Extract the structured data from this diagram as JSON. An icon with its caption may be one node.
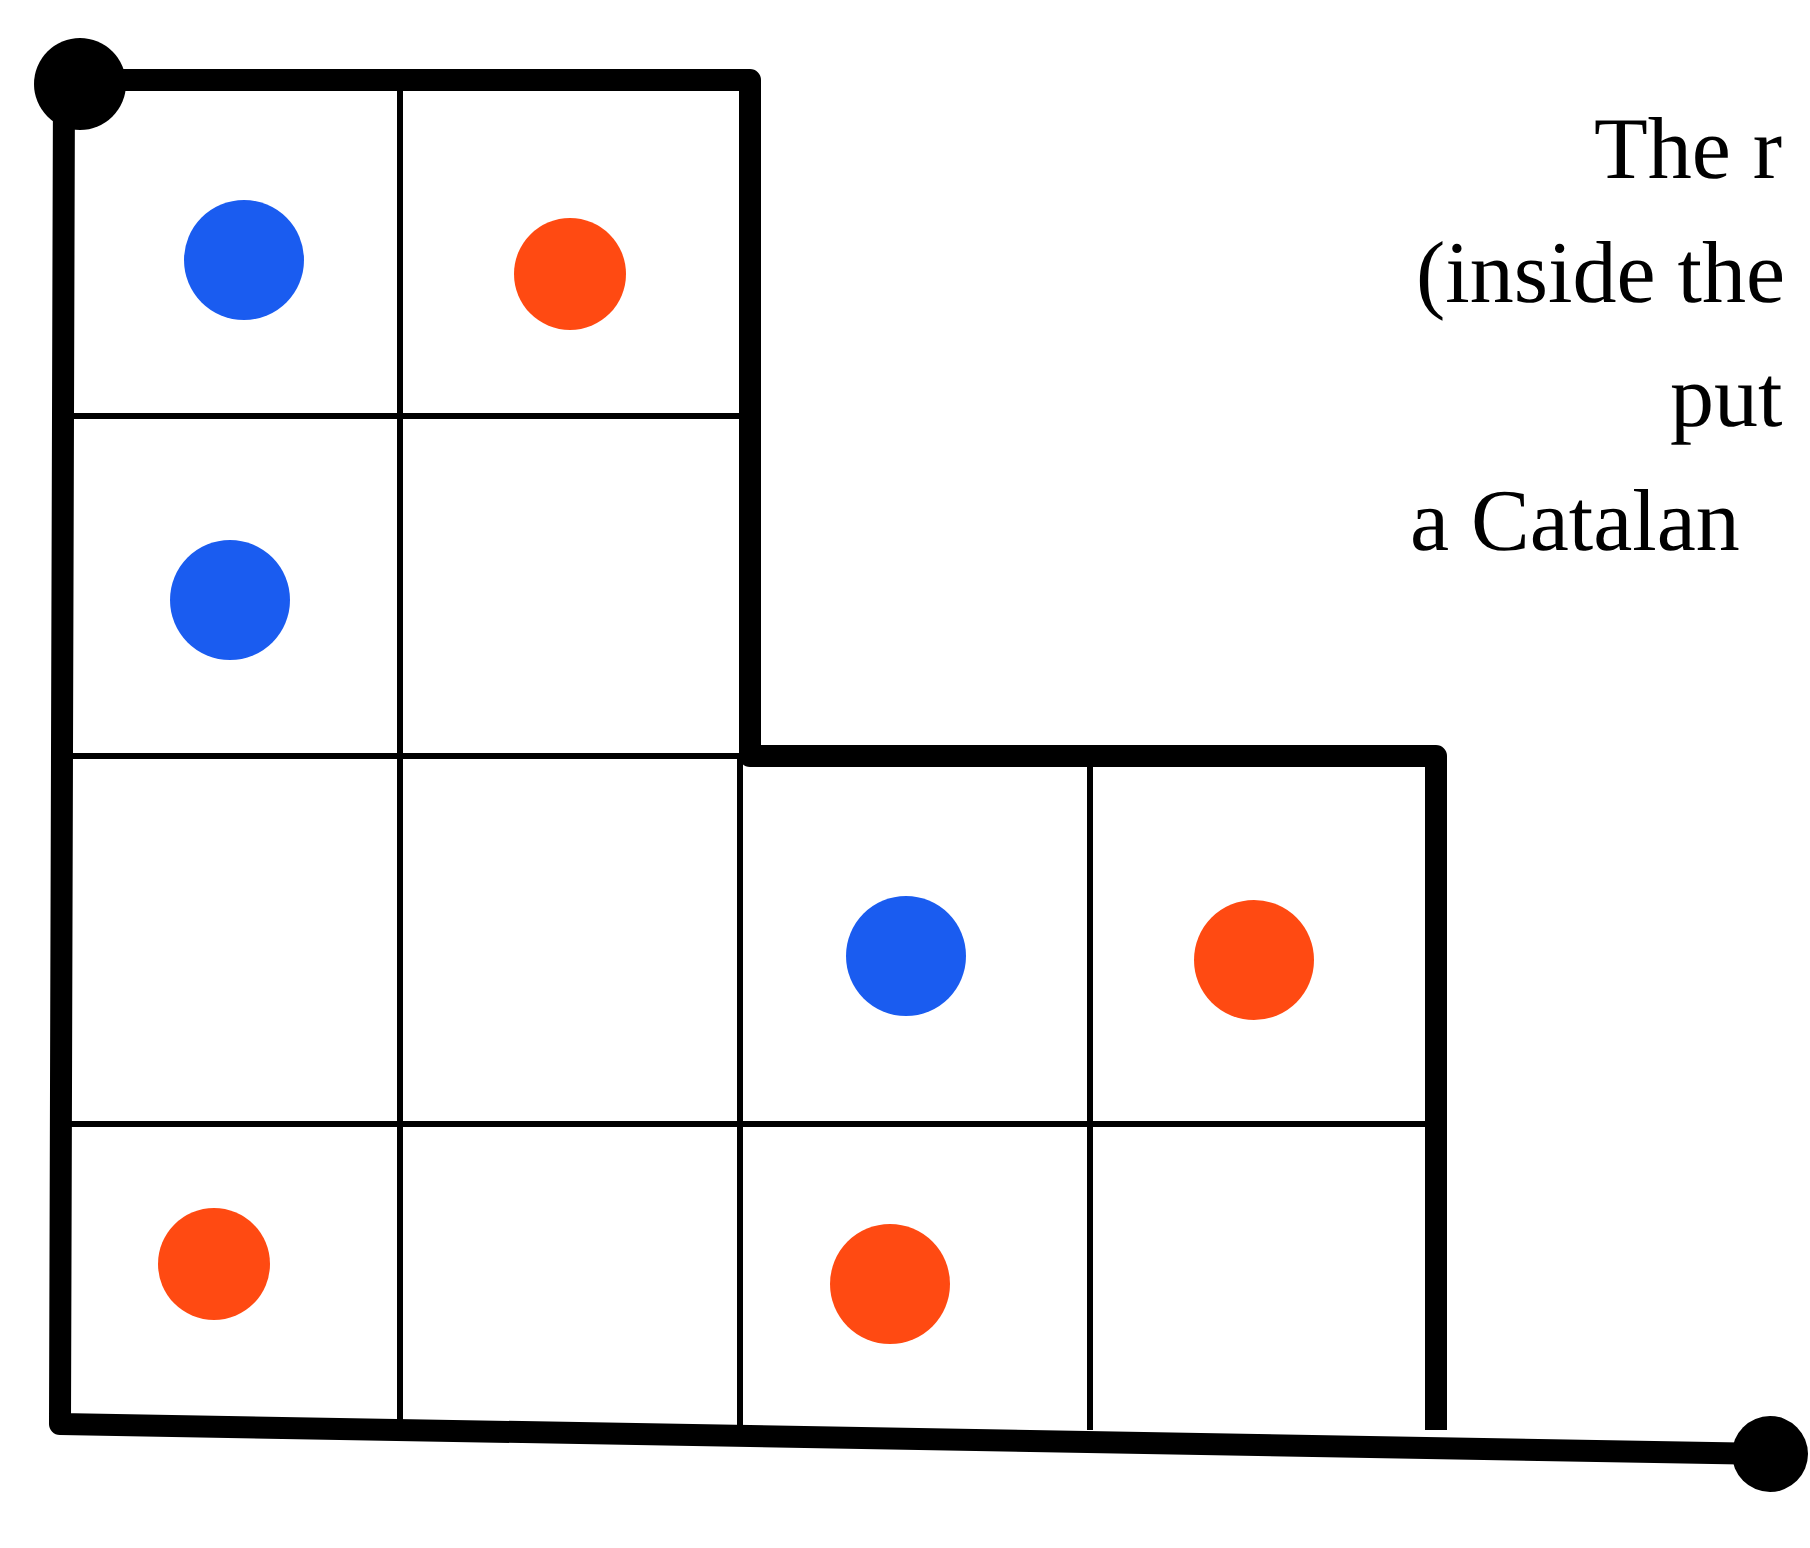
{
  "diagram": {
    "labels": [
      "The r",
      "(inside the",
      "put",
      "a Catalan"
    ]
  }
}
